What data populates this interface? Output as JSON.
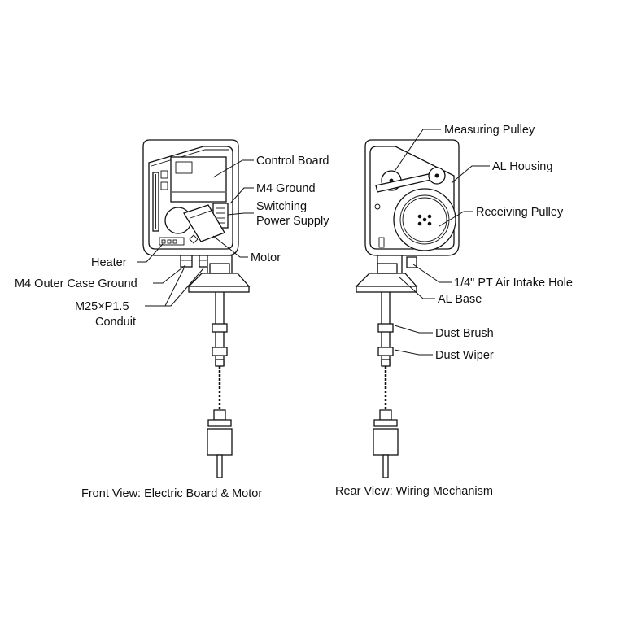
{
  "front": {
    "labels": {
      "control_board": "Control Board",
      "m4_ground": "M4 Ground",
      "switching_1": "Switching",
      "switching_2": "Power Supply",
      "motor": "Motor",
      "heater": "Heater",
      "m4_outer": "M4 Outer Case Ground",
      "conduit_1": "M25×P1.5",
      "conduit_2": "Conduit"
    },
    "caption": "Front View: Electric Board & Motor"
  },
  "rear": {
    "labels": {
      "measuring_pulley": "Measuring Pulley",
      "al_housing": "AL Housing",
      "receiving_pulley": "Receiving Pulley",
      "air_intake": "1/4\" PT Air Intake Hole",
      "al_base": "AL Base",
      "dust_brush": "Dust Brush",
      "dust_wiper": "Dust Wiper"
    },
    "caption": "Rear View: Wiring Mechanism"
  }
}
